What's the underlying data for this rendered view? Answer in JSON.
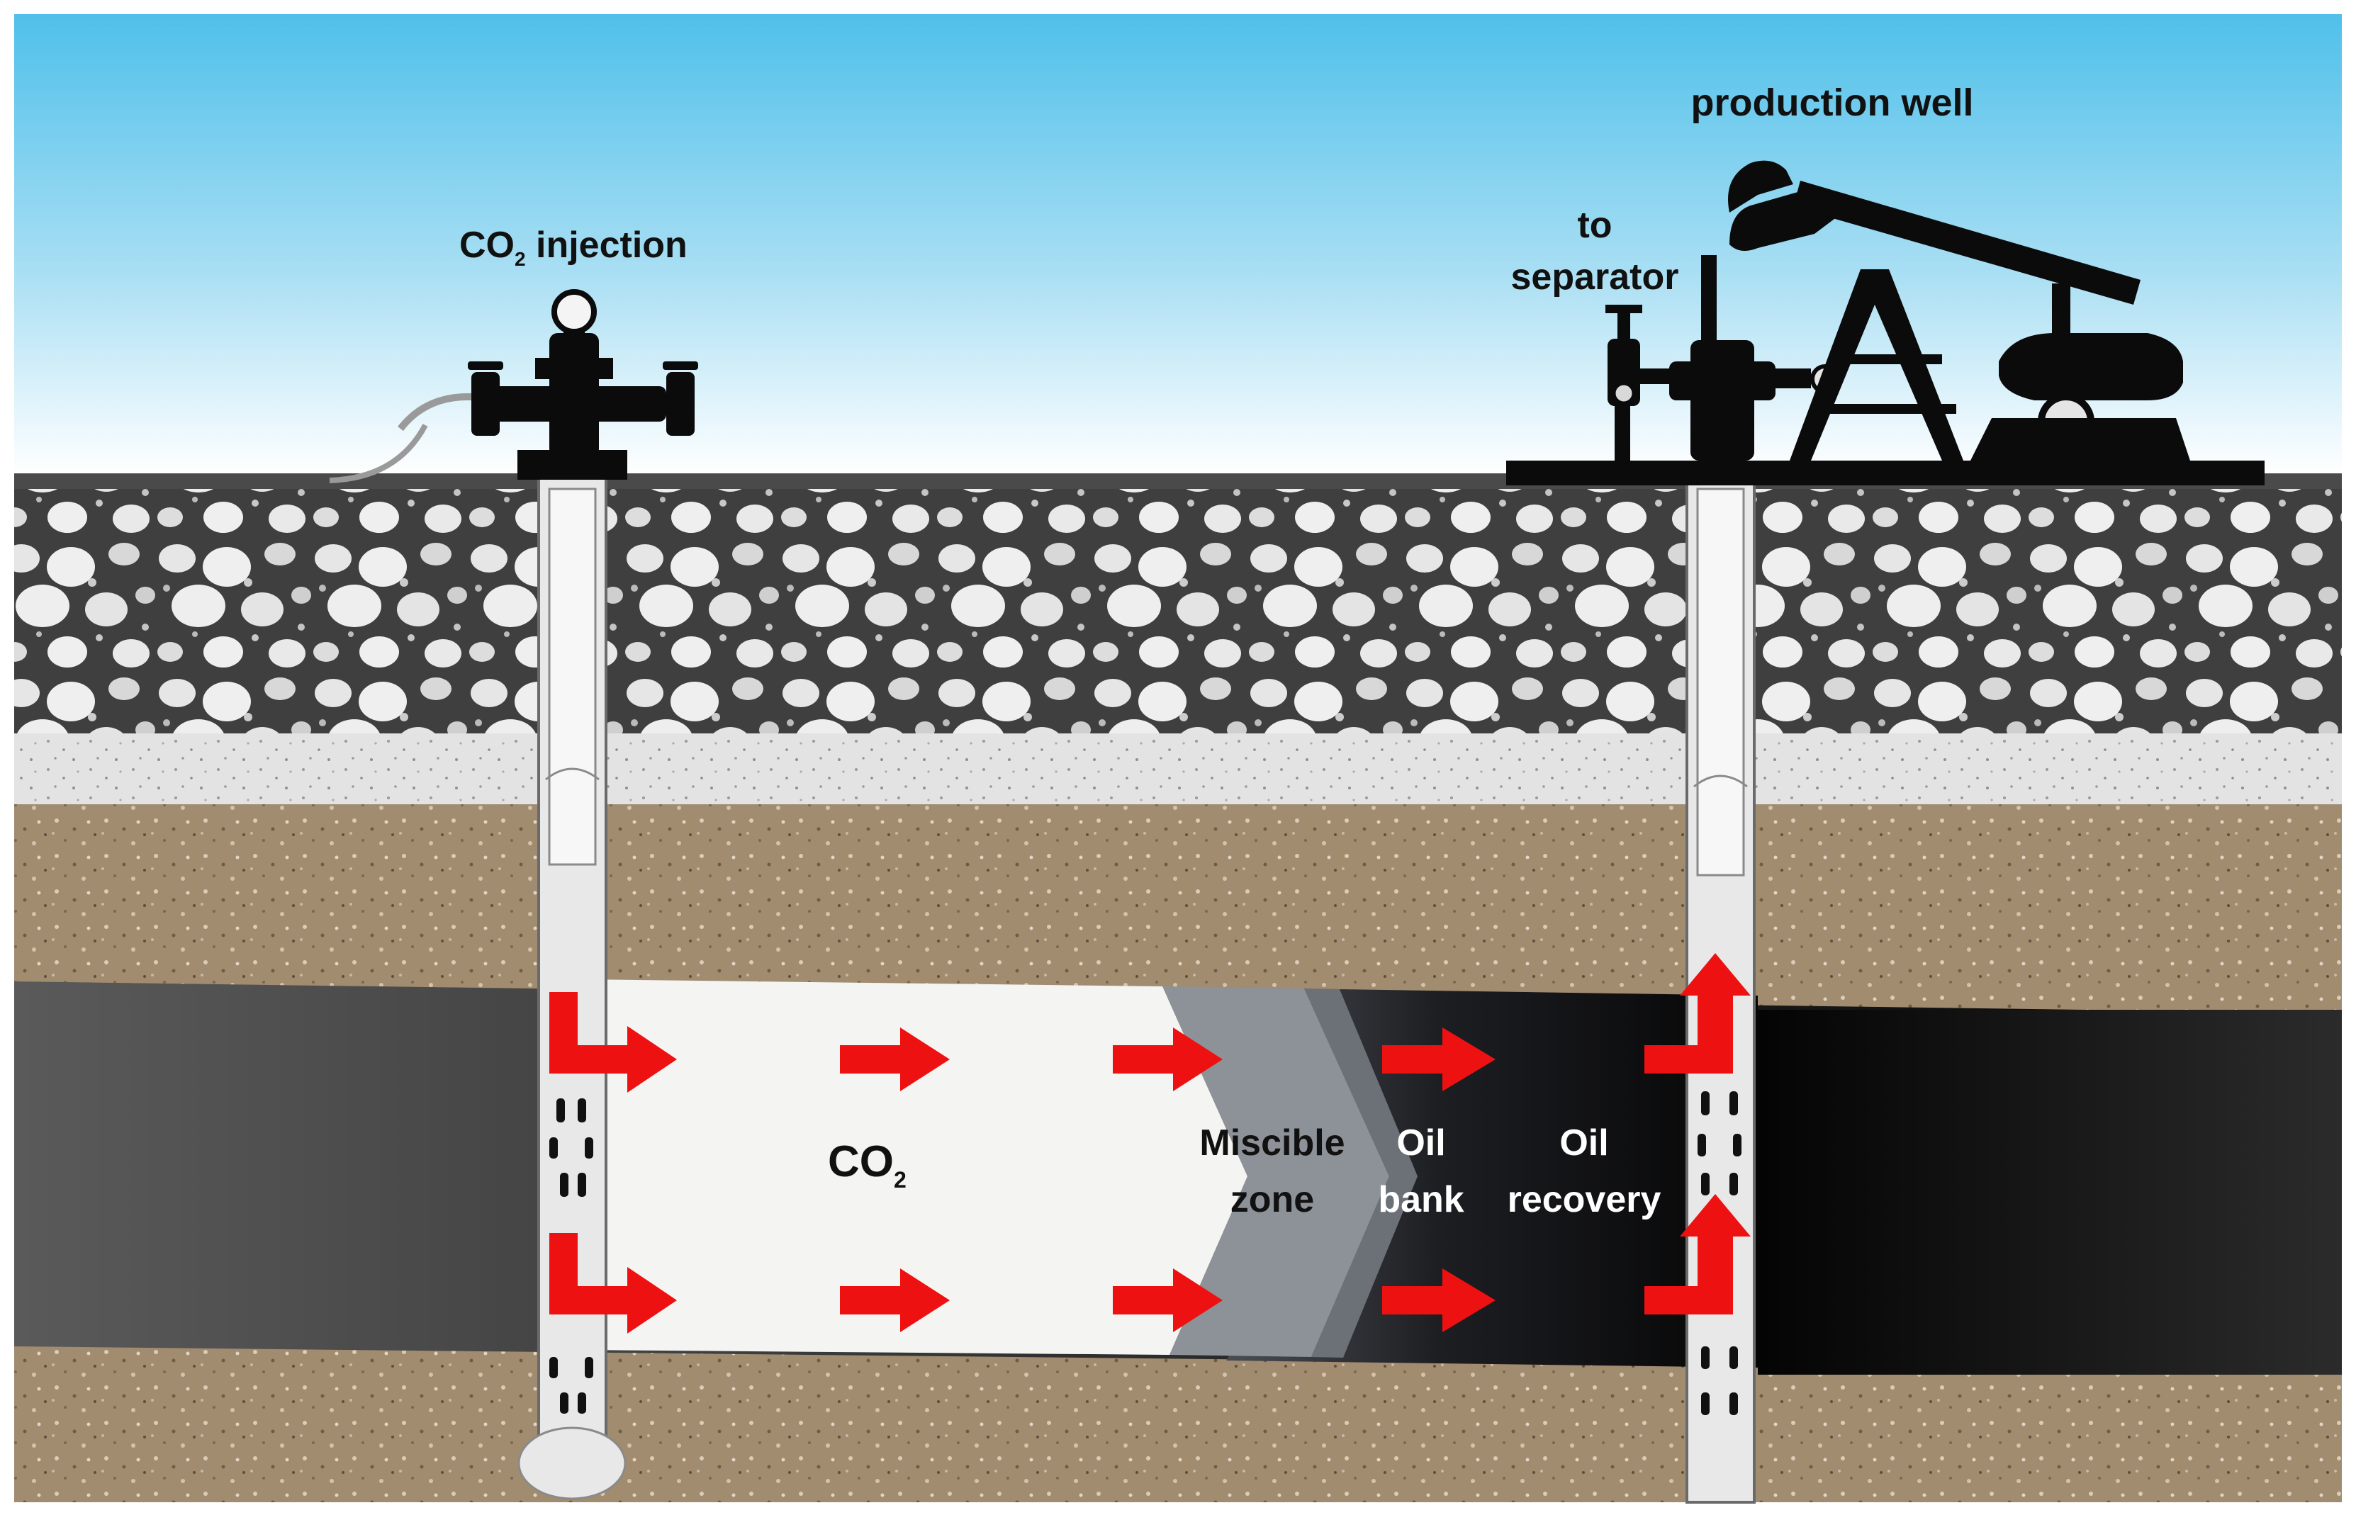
{
  "labels": {
    "co2_injection": {
      "main": "CO",
      "sub": "2",
      "rest": " injection"
    },
    "production_well": "production well",
    "to_separator": [
      "to",
      "separator"
    ],
    "co2_zone": {
      "main": "CO",
      "sub": "2"
    },
    "miscible_zone": [
      "Miscible",
      "zone"
    ],
    "oil_bank": [
      "Oil",
      "bank"
    ],
    "oil_recovery": [
      "Oil",
      "recovery"
    ]
  },
  "colors": {
    "sky_top": "#5cc6ec",
    "sky_bottom": "#ffffff",
    "gravel_layer": "#3c3c3c",
    "sand_band": "#e2e2e2",
    "soil_layer": "#a08b6e",
    "oil_reservoir": "#111111",
    "co2_zone": "#f3f3f3",
    "miscible_zone": "#8c9097",
    "flow_arrows": "#ee1111",
    "equipment": "#0b0b0b",
    "text_dark": "#111111",
    "text_light": "#ffffff"
  },
  "icons": [
    "wellhead-icon",
    "pumpjack-icon",
    "separator-valve-icon",
    "flow-arrow-icon"
  ]
}
